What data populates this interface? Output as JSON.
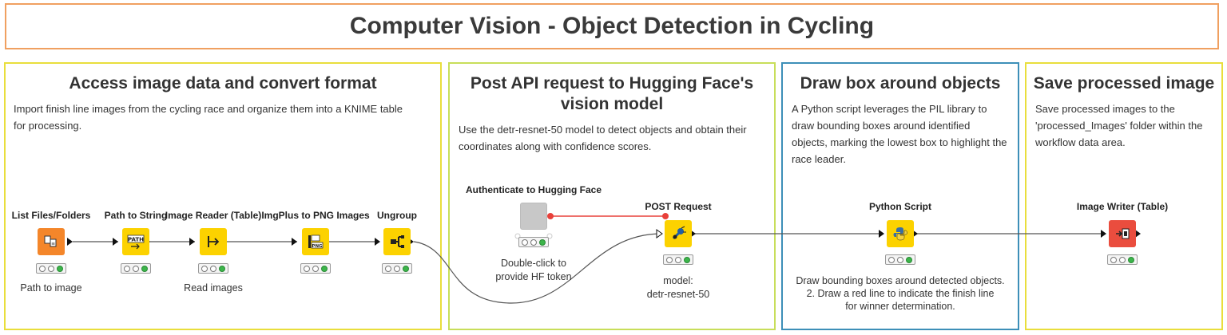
{
  "title": "Computer Vision - Object Detection in Cycling",
  "sections": [
    {
      "title": "Access image data and convert format",
      "desc": "Import finish line images from the cycling race and organize them into a KNIME table for processing."
    },
    {
      "title_line1": "Post API request to Hugging Face's",
      "title_line2": "vision model",
      "desc": "Use the detr-resnet-50 model to detect objects and obtain their coordinates along with confidence scores."
    },
    {
      "title": "Draw box around objects",
      "desc": "A Python script leverages the PIL library to draw bounding boxes around identified objects, marking the lowest box to highlight the race leader."
    },
    {
      "title": "Save processed image",
      "desc": "Save processed images to the 'processed_Images' folder within the workflow data area."
    }
  ],
  "nodes": {
    "list_files": {
      "label": "List Files/Folders",
      "annotation": "Path to image",
      "icon": "folder-list-icon"
    },
    "path_to_string": {
      "label": "Path to String",
      "annotation": "",
      "icon": "path-convert-icon",
      "icon_text": "PATH"
    },
    "image_reader": {
      "label": "Image Reader (Table)",
      "annotation": "Read images",
      "icon": "reader-icon"
    },
    "imgplus_png": {
      "label": "ImgPlus to PNG Images",
      "annotation": "",
      "icon": "png-convert-icon",
      "icon_text": "PNG"
    },
    "ungroup": {
      "label": "Ungroup",
      "annotation": "",
      "icon": "ungroup-icon"
    },
    "auth_hf": {
      "label": "Authenticate to Hugging Face",
      "annotation_line1": "Double-click to",
      "annotation_line2": "provide HF token",
      "icon": "component-icon"
    },
    "post_request": {
      "label": "POST Request",
      "annotation_line1": "model:",
      "annotation_line2": "detr-resnet-50",
      "icon": "rest-icon"
    },
    "python_script": {
      "label": "Python Script",
      "annotation_line1": "Draw bounding boxes around detected objects.",
      "annotation_line2": "2. Draw a red line to indicate the finish line",
      "annotation_line3": "for winner determination.",
      "icon": "python-icon"
    },
    "image_writer": {
      "label": "Image Writer (Table)",
      "annotation": "",
      "icon": "writer-icon"
    }
  },
  "colors": {
    "source_node": "#f4862a",
    "manipulator_node": "#fcd200",
    "sink_node": "#ea4d3e",
    "component_node": "#c8c8c8",
    "status_green": "#3cb54a",
    "variable_connection": "#e8403a",
    "title_border": "#f0a060",
    "section_yellow": "#e9de3c",
    "section_lime": "#c8de5a",
    "section_blue": "#3d8fb8"
  }
}
